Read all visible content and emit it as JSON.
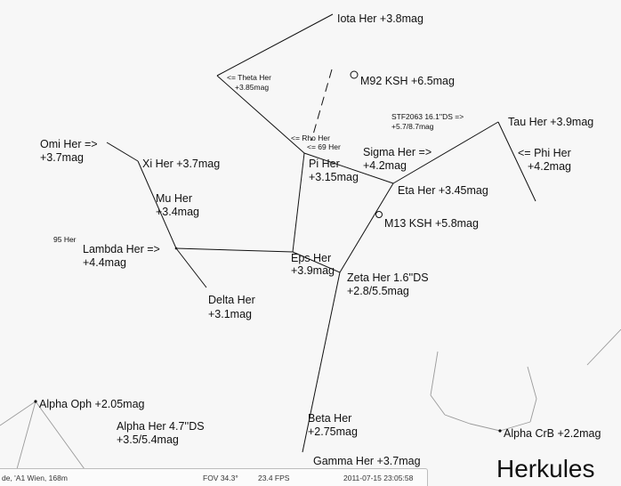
{
  "constellation_title": "Herkules",
  "labels": {
    "iota_her": "Iota Her +3.8mag",
    "theta_her": [
      "<= Theta Her",
      "+3.85mag"
    ],
    "m92": "M92 KSH +6.5mag",
    "rho_her": "<= Rho Her",
    "her_69": "<= 69 Her",
    "stf2063": [
      "STF2063 16.1''DS =>",
      "+5.7/8.7mag"
    ],
    "tau_her": "Tau Her +3.9mag",
    "omi_her": [
      "Omi Her =>",
      "+3.7mag"
    ],
    "xi_her": "Xi Her +3.7mag",
    "pi_her": [
      "Pi Her",
      "+3.15mag"
    ],
    "sigma_her": [
      "Sigma Her =>",
      "+4.2mag"
    ],
    "phi_her": [
      "<= Phi Her",
      "+4.2mag"
    ],
    "eta_her": "Eta Her +3.45mag",
    "mu_her": [
      "Mu Her",
      "+3.4mag"
    ],
    "m13": "M13 KSH +5.8mag",
    "her_95": "95 Her",
    "lambda_her": [
      "Lambda Her =>",
      "+4.4mag"
    ],
    "eps_her": [
      "Eps Her",
      "+3.9mag"
    ],
    "zeta_her": [
      "Zeta Her 1.6''DS",
      "+2.8/5.5mag"
    ],
    "delta_her": [
      "Delta Her",
      "+3.1mag"
    ],
    "alpha_oph": "Alpha Oph +2.05mag",
    "alpha_her": [
      "Alpha Her 4.7''DS",
      "+3.5/5.4mag"
    ],
    "beta_her": [
      "Beta Her",
      "+2.75mag"
    ],
    "gamma_her": "Gamma Her +3.7mag",
    "alpha_crb": "Alpha CrB +2.2mag"
  },
  "status_bar": {
    "location": "de, 'A1 Wien, 168m",
    "fov": "FOV 34.3°",
    "fps": "23.4 FPS",
    "datetime": "2011-07-15  23:05:58"
  },
  "colors": {
    "background": "#f7f7f7",
    "constellation_line": "#111111",
    "neighbor_line": "#9a9a9a",
    "label": "#111111"
  }
}
